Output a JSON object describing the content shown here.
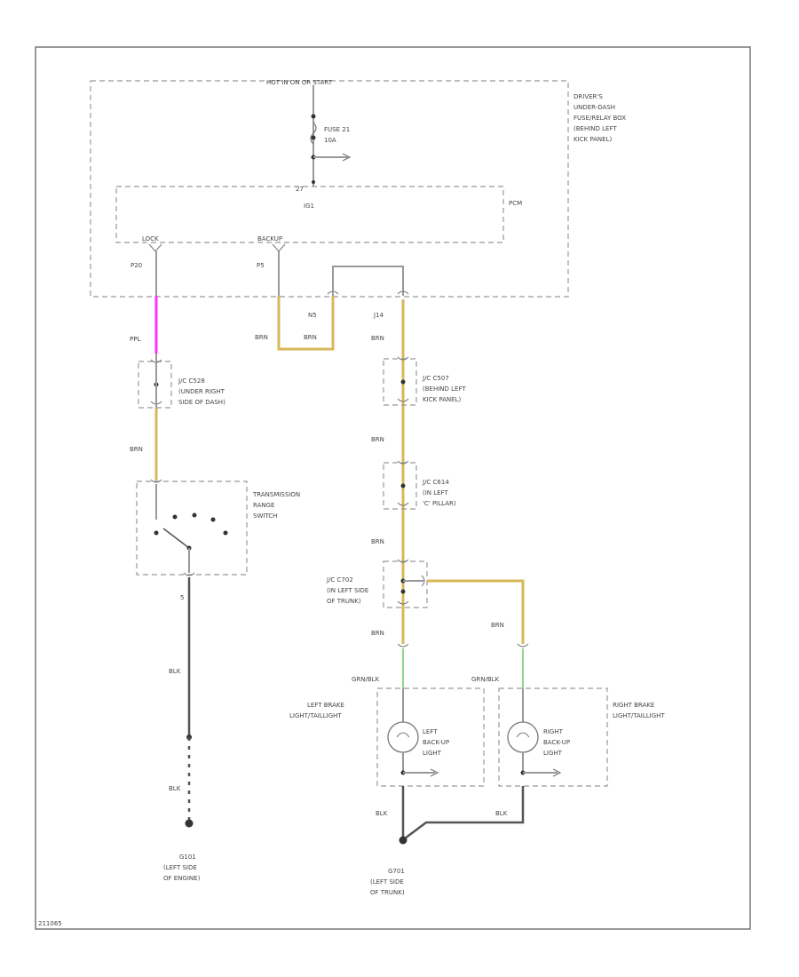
{
  "colors": {
    "frame": "#777777",
    "box_dashed": "#999999",
    "wire_brn": "#d8b85a",
    "wire_ppl": "#ff33ff",
    "wire_grn": "#8fd68f",
    "wire_blk": "#555555"
  },
  "labels": {
    "hot_label": "HOT IN ON OR START",
    "fuse": "FUSE 21",
    "fuse_amps": "10A",
    "fuse_box": [
      "DRIVER'S",
      "UNDER-DASH",
      "FUSE/RELAY BOX",
      "(BEHIND LEFT",
      "KICK PANEL)"
    ],
    "pin_27": "27",
    "ig1": "IG1",
    "pcm": "PCM",
    "sig_left": "LOCK",
    "sig_right": "BACKUP",
    "pin_p20": "P20",
    "pin_p5": "P5",
    "pin_n5": "N5",
    "pin_j14": "J14",
    "ppl": "PPL",
    "brn_a": "BRN",
    "brn_b": "BRN",
    "brn_c": "BRN",
    "brn_d": "BRN",
    "brn_e": "BRN",
    "brn_f": "BRN",
    "brn_g": "BRN",
    "brn_h": "BRN",
    "jc_c528": [
      "J/C C528",
      "(UNDER RIGHT",
      "SIDE OF DASH)"
    ],
    "jc_c507": [
      "J/C C507",
      "(BEHIND LEFT",
      "KICK PANEL)"
    ],
    "jc_c614": [
      "J/C C614",
      "(IN LEFT",
      "'C' PILLAR)"
    ],
    "jc_c702": [
      "J/C C702",
      "(IN LEFT SIDE",
      "OF TRUNK)"
    ],
    "trs": [
      "TRANSMISSION",
      "RANGE",
      "SWITCH"
    ],
    "pin_5": "5",
    "blk_a": "BLK",
    "blk_b": "BLK",
    "blk_c": "BLK",
    "blk_d": "BLK",
    "grn_blk_l": "GRN/BLK",
    "grn_blk_r": "GRN/BLK",
    "left_lamp_assy": [
      "LEFT BRAKE",
      "LIGHT/TAILLIGHT"
    ],
    "right_lamp_assy": [
      "RIGHT BRAKE",
      "LIGHT/TAILLIGHT"
    ],
    "left_backup": [
      "LEFT",
      "BACK-UP",
      "LIGHT"
    ],
    "right_backup": [
      "RIGHT",
      "BACK-UP",
      "LIGHT"
    ],
    "ground_engine": [
      "G101",
      "(LEFT SIDE",
      "OF ENGINE)"
    ],
    "ground_trunk": [
      "G701",
      "(LEFT SIDE",
      "OF TRUNK)"
    ],
    "ref": "211065"
  }
}
